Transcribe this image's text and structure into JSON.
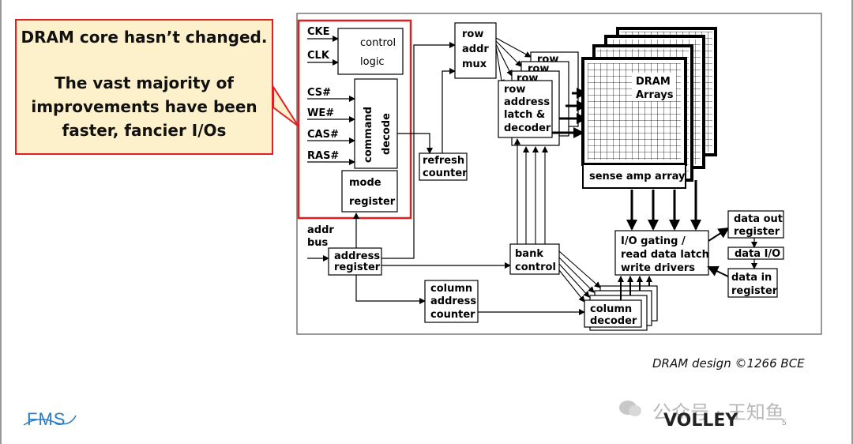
{
  "callout": {
    "line1": "DRAM core hasn’t changed.",
    "line2": "The vast majority of",
    "line3": "improvements have been",
    "line4": "faster, fancier I/Os"
  },
  "diagram": {
    "signals": {
      "cke": "CKE",
      "clk": "CLK",
      "cs": "CS#",
      "we": "WE#",
      "cas": "CAS#",
      "ras": "RAS#"
    },
    "control_logic": {
      "l1": "control",
      "l2": "logic"
    },
    "command_decode": {
      "l1": "command",
      "l2": "decode"
    },
    "mode_register": {
      "l1": "mode",
      "l2": "register"
    },
    "addr_bus": {
      "l1": "addr",
      "l2": "bus"
    },
    "address_register": {
      "l1": "address",
      "l2": "register"
    },
    "refresh_counter": {
      "l1": "refresh",
      "l2": "counter"
    },
    "row_addr_mux": {
      "l1": "row",
      "l2": "addr",
      "l3": "mux"
    },
    "row_decoder": {
      "l1": "row",
      "l2": "address",
      "l3": "latch &",
      "l4": "decoder",
      "back": "row"
    },
    "dram_arrays": {
      "l1": "DRAM",
      "l2": "Arrays"
    },
    "sense_amp": "sense amp array",
    "bank_control": {
      "l1": "bank",
      "l2": "control"
    },
    "column_address_counter": {
      "l1": "column",
      "l2": "address",
      "l3": "counter"
    },
    "column_decoder": {
      "l1": "column",
      "l2": "decoder"
    },
    "io_gating": {
      "l1": "I/O gating /",
      "l2": "read data latch",
      "l3": "write drivers"
    },
    "data_out_register": {
      "l1": "data out",
      "l2": "register"
    },
    "data_io": "data I/O",
    "data_in_register": {
      "l1": "data in",
      "l2": "register"
    }
  },
  "caption": "DRAM design ©1266 BCE",
  "footer": {
    "logo": "FMS",
    "watermark": "公众号 · 王知鱼",
    "brand": "VOLLEY",
    "page": "5"
  },
  "colors": {
    "callout_bg": "#fdf1cc",
    "callout_border": "#e02020",
    "fms_blue": "#2b7ec0"
  }
}
